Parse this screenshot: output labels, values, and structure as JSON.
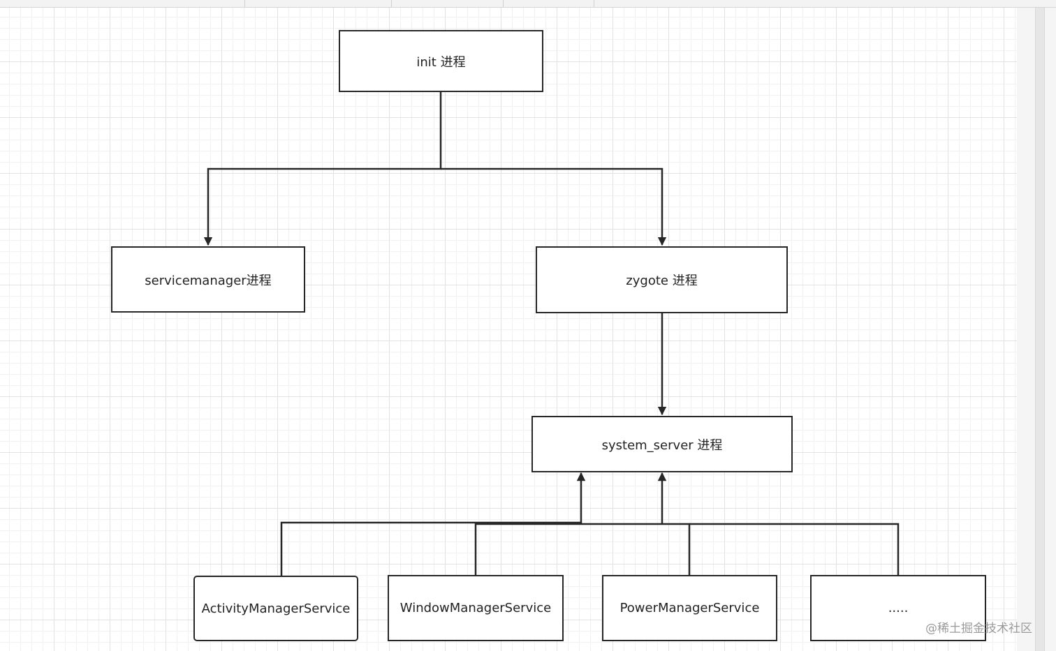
{
  "diagram": {
    "nodes": {
      "init": "init 进程",
      "servicemanager": "servicemanager进程",
      "zygote": "zygote 进程",
      "system_server": "system_server 进程",
      "ams": "ActivityManagerService",
      "wms": "WindowManagerService",
      "pms": "PowerManagerService",
      "more": "....."
    },
    "edges": [
      {
        "from": "init",
        "to": "servicemanager"
      },
      {
        "from": "init",
        "to": "zygote"
      },
      {
        "from": "zygote",
        "to": "system_server"
      },
      {
        "from": "ams",
        "to": "system_server"
      },
      {
        "from": "wms",
        "to": "system_server"
      },
      {
        "from": "pms",
        "to": "system_server"
      },
      {
        "from": "more",
        "to": "system_server"
      }
    ]
  },
  "watermark": "@稀土掘金技术社区",
  "colors": {
    "stroke": "#262626",
    "grid": "#e2e2e2",
    "background": "#ffffff"
  }
}
